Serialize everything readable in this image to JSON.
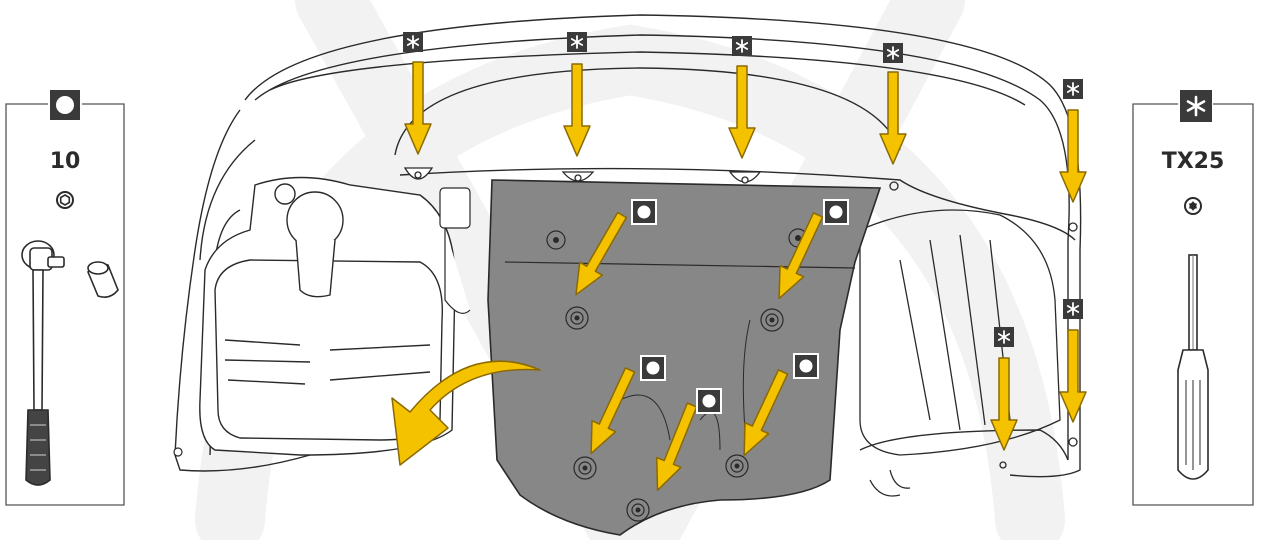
{
  "left_tool": {
    "size_label": "10",
    "marker": "hex-bolt"
  },
  "right_tool": {
    "size_label": "TX25",
    "marker": "torx-screw"
  },
  "colors": {
    "arrow_fill": "#f5c200",
    "arrow_outline": "#8a6a00",
    "shield_fill": "#878787",
    "line": "#2a2a2a",
    "marker_fill": "#3a3a3a",
    "watermark": "#f2f2f2"
  },
  "markers": {
    "torx_count": 8,
    "hex_count": 6
  }
}
